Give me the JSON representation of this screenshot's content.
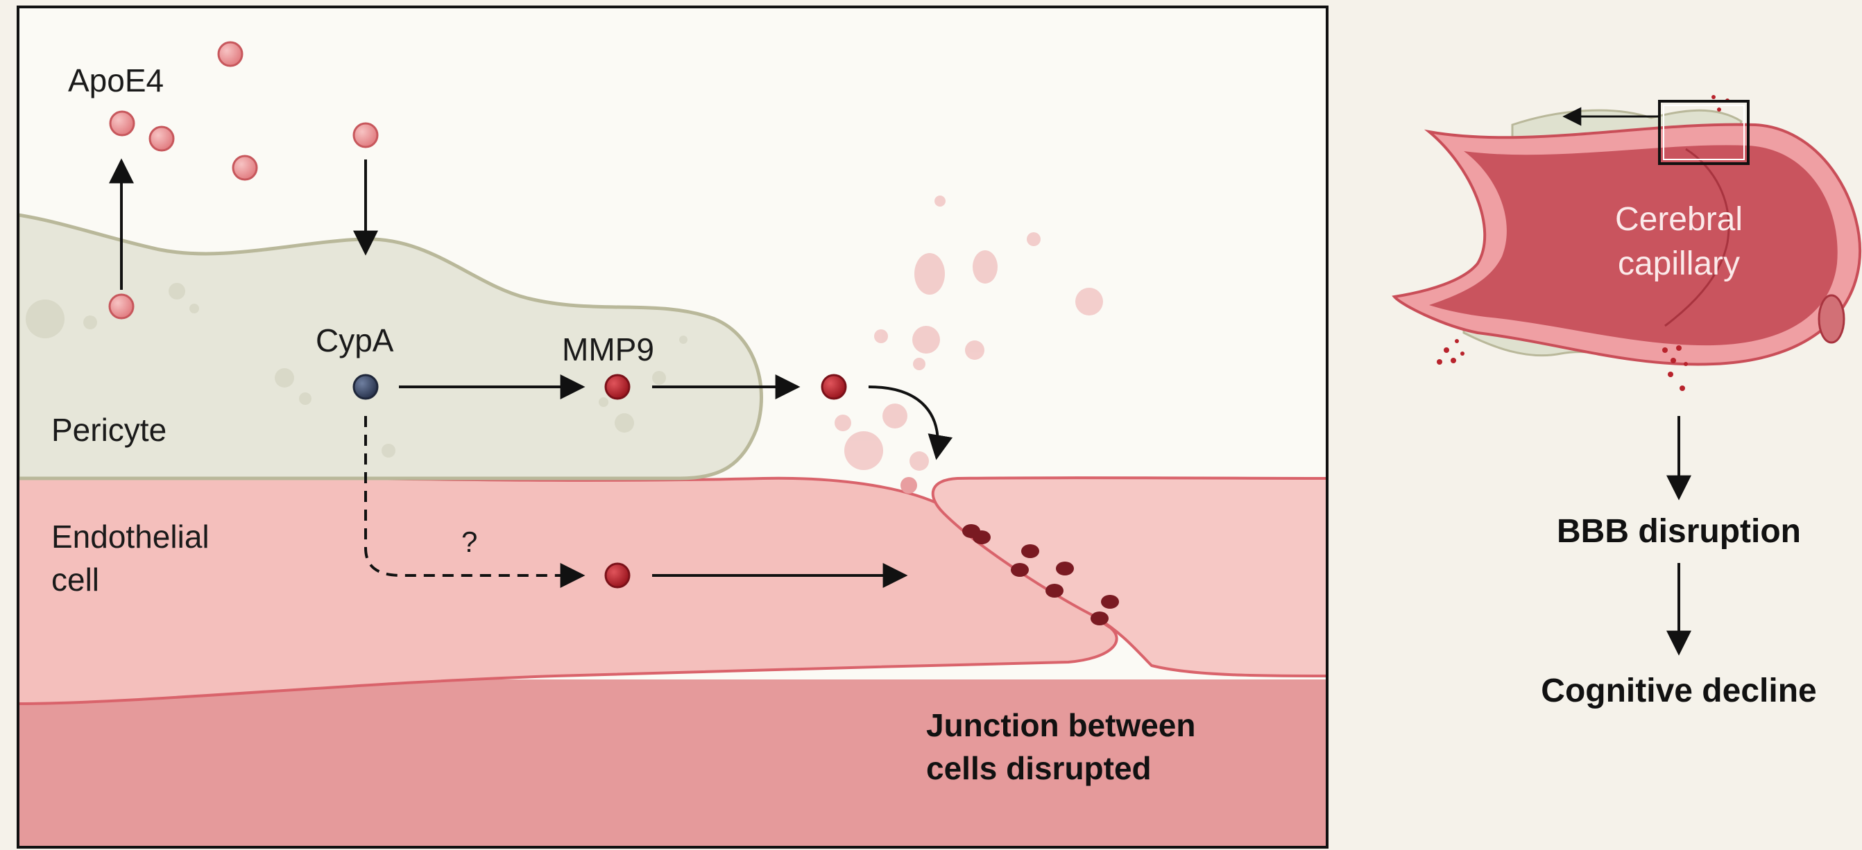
{
  "labels": {
    "apoe4": "ApoE4",
    "cypa": "CypA",
    "mmp9": "MMP9",
    "question": "?",
    "pericyte": "Pericyte",
    "endothelial_line1": "Endothelial",
    "endothelial_line2": "cell",
    "junction_line1": "Junction between",
    "junction_line2": "cells disrupted",
    "capillary_line1": "Cerebral",
    "capillary_line2": "capillary",
    "bbb": "BBB disruption",
    "cognitive": "Cognitive decline"
  },
  "colors": {
    "background": "#f5f2ea",
    "panel": "#fbfaf5",
    "pericyte": "#e6e6d9",
    "pericyte_edge": "#b9b89a",
    "endothelium": "#f3b9b6",
    "endothelium_edge": "#d9636b",
    "lumen": "#c9545e",
    "apoe4_particle": "#ea9a9c",
    "cypa_particle": "#3b4a66",
    "mmp9_particle": "#b8232c",
    "junction": "#7a1a22"
  }
}
